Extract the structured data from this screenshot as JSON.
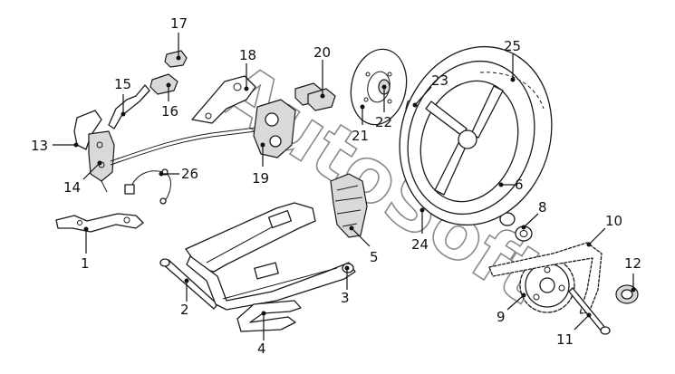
{
  "callouts": [
    {
      "id": "1",
      "label": "1"
    },
    {
      "id": "2",
      "label": "2"
    },
    {
      "id": "3",
      "label": "3"
    },
    {
      "id": "4",
      "label": "4"
    },
    {
      "id": "5",
      "label": "5"
    },
    {
      "id": "6",
      "label": "6"
    },
    {
      "id": "8",
      "label": "8"
    },
    {
      "id": "9",
      "label": "9"
    },
    {
      "id": "10",
      "label": "10"
    },
    {
      "id": "11",
      "label": "11"
    },
    {
      "id": "12",
      "label": "12"
    },
    {
      "id": "13",
      "label": "13"
    },
    {
      "id": "14",
      "label": "14"
    },
    {
      "id": "15",
      "label": "15"
    },
    {
      "id": "16",
      "label": "16"
    },
    {
      "id": "17",
      "label": "17"
    },
    {
      "id": "18",
      "label": "18"
    },
    {
      "id": "19",
      "label": "19"
    },
    {
      "id": "20",
      "label": "20"
    },
    {
      "id": "21",
      "label": "21"
    },
    {
      "id": "22",
      "label": "22"
    },
    {
      "id": "23",
      "label": "23"
    },
    {
      "id": "24",
      "label": "24"
    },
    {
      "id": "25",
      "label": "25"
    },
    {
      "id": "26",
      "label": "26"
    }
  ],
  "watermark": "AutoSoft"
}
